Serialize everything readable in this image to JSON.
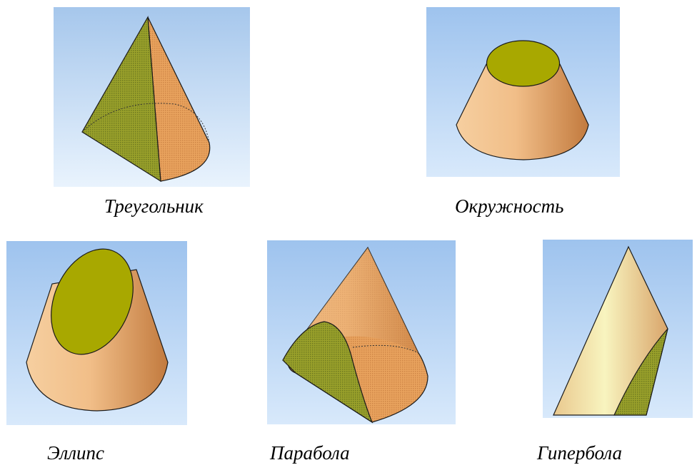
{
  "figures": [
    {
      "key": "triangle",
      "caption": "Треугольник"
    },
    {
      "key": "circle",
      "caption": "Окружность"
    },
    {
      "key": "ellipse",
      "caption": "Эллипс"
    },
    {
      "key": "parabola",
      "caption": "Парабола"
    },
    {
      "key": "hyperbola",
      "caption": "Гипербола"
    }
  ],
  "colors": {
    "sky_top": "#a9c9ec",
    "sky_bottom": "#e6f1fc",
    "cone_light": "#f3c89a",
    "cone_dark": "#c98245",
    "section_fill": "#a8a800",
    "section_textured": "#8a9a2a",
    "outline": "#1a1a1a"
  }
}
